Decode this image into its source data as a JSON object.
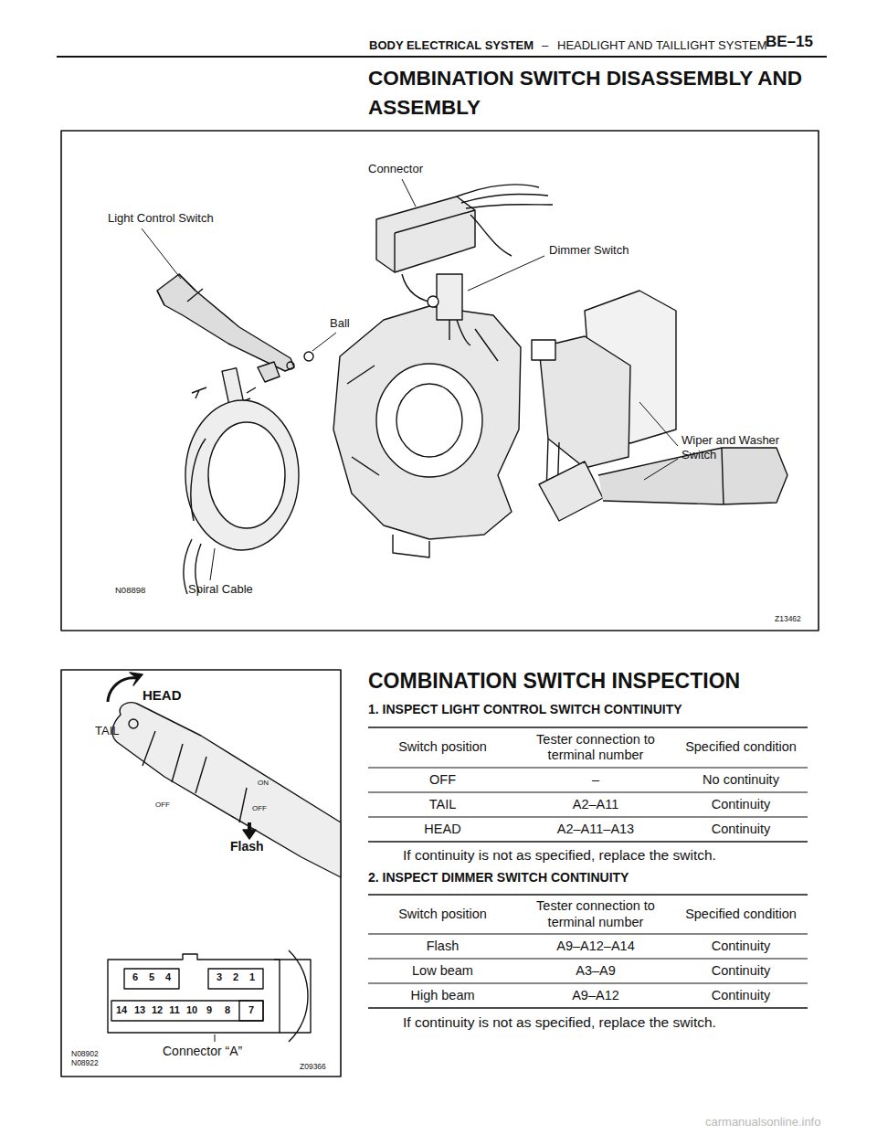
{
  "diagram": {
    "title": "COMBINATION SWITCH DISASSEMBLY AND ASSEMBLY",
    "labels": [
      "BODY ELECTRICAL SYSTEM",
      "–",
      "HEADLIGHT AND TAILLIGHT SYSTEM",
      "BE–15",
      "Connector",
      "Light Control Switch",
      "Dimmer Switch",
      "Ball",
      "Wiper and Washer Switch",
      "N08898",
      "Spiral Cable",
      "Z13462",
      "HEAD",
      "TAIL",
      "OFF",
      "ON",
      "OFF",
      "Flash",
      "6",
      "5",
      "4",
      "3",
      "2",
      "1",
      "14",
      "13",
      "12",
      "11",
      "10",
      "9",
      "8",
      "7",
      "Connector “A”",
      "N08902 N08922",
      "Z09366",
      "COMBINATION SWITCH INSPECTION",
      "1. INSPECT LIGHT CONTROL SWITCH CONTINUITY",
      "Switch position",
      "Tester connection to terminal number",
      "Specified condition",
      "OFF",
      "–",
      "No continuity",
      "TAIL",
      "A2–A11",
      "Continuity",
      "HEAD",
      "A2–A11–A13",
      "Continuity",
      "If continuity is not as specified, replace the switch.",
      "2. INSPECT DIMMER SWITCH CONTINUITY",
      "Switch position",
      "Tester connection to terminal number",
      "Specified condition",
      "Flash",
      "A9–A12–A14",
      "Continuity",
      "Low beam",
      "A3–A9",
      "Continuity",
      "High beam",
      "A9–A12",
      "Continuity",
      "If continuity is not as specified, replace the switch.",
      "carmanualsonline.info"
    ]
  }
}
